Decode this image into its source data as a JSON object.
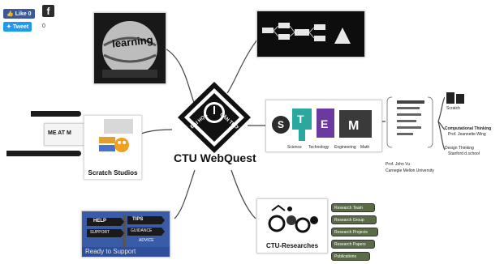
{
  "social": {
    "like_label": "Like 0",
    "tweet_label": "Tweet",
    "tweet_count": "0"
  },
  "central": {
    "title": "CTU WebQuest",
    "logo_text_left": "ĐẠI HỌC",
    "logo_text_right": "CẦN THƠ"
  },
  "learning": {
    "art_text": "learning"
  },
  "scratch": {
    "label": "Scratch Studios",
    "bubble_text": "ME AT M"
  },
  "stem": {
    "letters": [
      "S",
      "T",
      "E",
      "M"
    ],
    "subtitle": [
      "Science",
      "Technology",
      "Engineering",
      "Math"
    ],
    "subnode_title": "Computational Thinking",
    "subnode_note": "Prof. Jeannette Wing",
    "scratch_label": "Scratch",
    "design_thinking": "Design Thinking",
    "design_thinking_note": "Stanford d.school",
    "prof_label": "Prof. John Vu",
    "university_label": "Carnegie Mellon University"
  },
  "support": {
    "label": "Ready to Support",
    "help_label": "HELP",
    "signs": [
      "SUPPORT",
      "TIPS",
      "GUIDANCE",
      "ADVICE"
    ]
  },
  "research": {
    "label": "CTU-Researches",
    "items": [
      "Research Team",
      "Research Group",
      "Research Projects",
      "Research Papers",
      "Publications"
    ]
  },
  "colors": {
    "card_border": "#d4d4d4",
    "connector": "#444444",
    "facebook": "#3b5998",
    "twitter": "#1d9bf0",
    "stem_teal": "#2aa8a0",
    "stem_purple": "#6b3aa0",
    "research_tag": "#5a6b48"
  }
}
